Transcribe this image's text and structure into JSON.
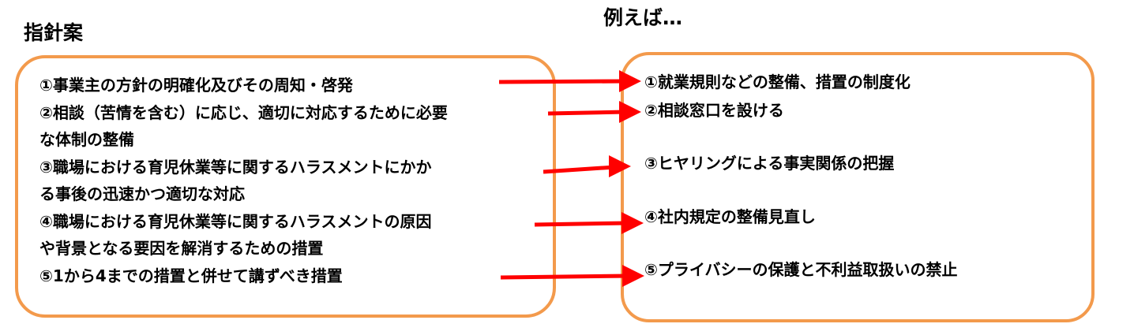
{
  "guideline": {
    "heading": "指針案",
    "lines": [
      "①事業主の方針の明確化及びその周知・啓発",
      "②相談（苦情を含む）に応じ、適切に対応するために必要",
      "な体制の整備",
      "③職場における育児休業等に関するハラスメントにかか",
      "る事後の迅速かつ適切な対応",
      "④職場における育児休業等に関するハラスメントの原因",
      "や背景となる要因を解消するための措置",
      "⑤1から4までの措置と併せて講ずべき措置"
    ]
  },
  "examples": {
    "heading": "例えば…",
    "items": [
      "①就業規則などの整備、措置の制度化",
      "②相談窓口を設ける",
      "③ヒヤリングによる事実関係の把握",
      "④社内規定の整備見直し",
      "⑤プライバシーの保護と不利益取扱いの禁止"
    ]
  },
  "colors": {
    "panel_border": "#f39a4c",
    "arrow": "#ff0000",
    "text": "#000000"
  }
}
